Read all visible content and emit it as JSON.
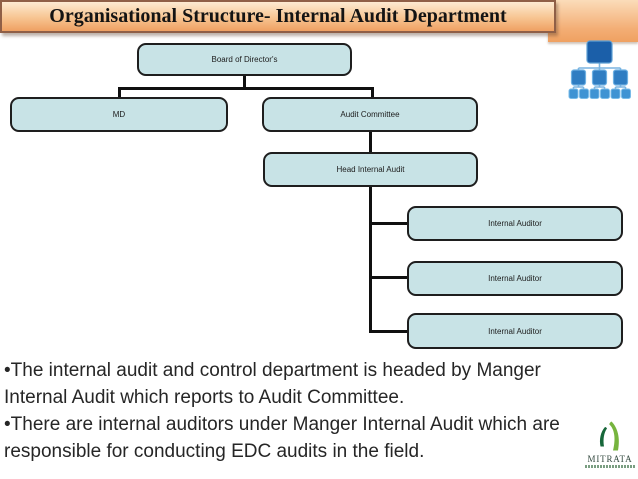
{
  "title": "Organisational Structure- Internal Audit Department",
  "org_chart": {
    "board": "Board of Director's",
    "md": "MD",
    "audit_committee": "Audit Committee",
    "head_internal_audit": "Head Internal Audit",
    "internal_auditor_1": "Internal Auditor",
    "internal_auditor_2": "Internal Auditor",
    "internal_auditor_3": "Internal Auditor"
  },
  "notes": {
    "bullet_char": "•",
    "items": [
      "The internal audit and control department is headed by Manger Internal Audit which reports to Audit Committee.",
      "There are internal auditors under Manger Internal Audit which are responsible for conducting EDC audits in the field."
    ]
  },
  "logo": {
    "text": "MITRATA"
  },
  "colors": {
    "node_fill": "#c8e3e6",
    "node_border": "#1e1e1e",
    "banner_top": "#fdead2",
    "banner_bottom": "#efa062",
    "banner_border": "#8f5f47",
    "icon_blue_dark": "#1b5fa9",
    "icon_blue_mid": "#2f7dc2",
    "icon_blue_light": "#3f93d3",
    "logo_green_dark": "#17673a",
    "logo_green_light": "#76b43e"
  }
}
